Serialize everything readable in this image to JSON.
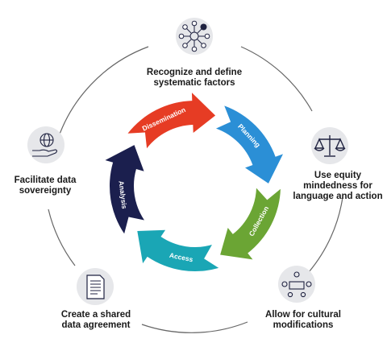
{
  "cycle_stages": [
    {
      "label": "Dissemination",
      "color": "#e63c24"
    },
    {
      "label": "Planning",
      "color": "#2b8fd6"
    },
    {
      "label": "Collection",
      "color": "#6ba534"
    },
    {
      "label": "Access",
      "color": "#1aa6b5"
    },
    {
      "label": "Analysis",
      "color": "#1b1f4e"
    }
  ],
  "outer_items": [
    {
      "label": "Recognize and define\nsystematic factors",
      "icon": "network-nodes-icon"
    },
    {
      "label": "Use equity\nmindedness for\nlanguage and action",
      "icon": "balance-scale-icon"
    },
    {
      "label": "Allow for cultural\nmodifications",
      "icon": "meeting-table-icon"
    },
    {
      "label": "Create a shared\ndata agreement",
      "icon": "document-icon"
    },
    {
      "label": "Facilitate data\nsovereignty",
      "icon": "hand-globe-icon"
    }
  ],
  "colors": {
    "outer_ring": "#666666",
    "icon_circle": "#e6e7ea",
    "icon_stroke": "#1f2240"
  }
}
